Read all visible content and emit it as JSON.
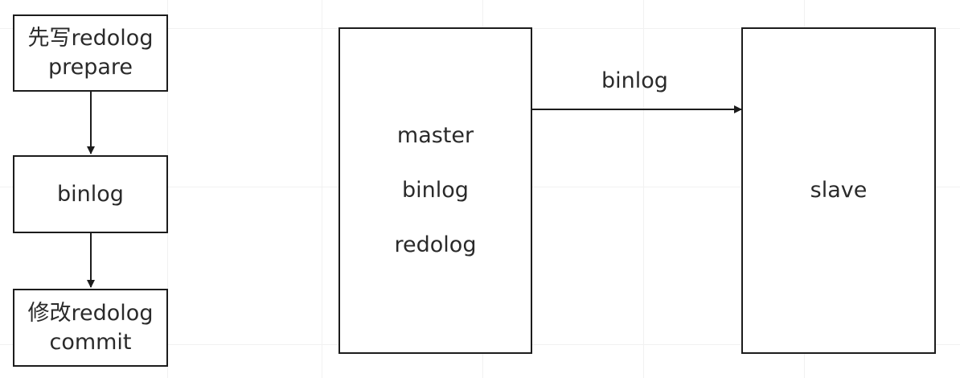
{
  "flow": {
    "step1": {
      "line1": "先写redolog",
      "line2": "prepare"
    },
    "step2": {
      "label": "binlog"
    },
    "step3": {
      "line1": "修改redolog",
      "line2": "commit"
    }
  },
  "replication": {
    "master": {
      "lines": [
        "master",
        "binlog",
        "redolog"
      ]
    },
    "arrow_label": "binlog",
    "slave": {
      "label": "slave"
    }
  }
}
